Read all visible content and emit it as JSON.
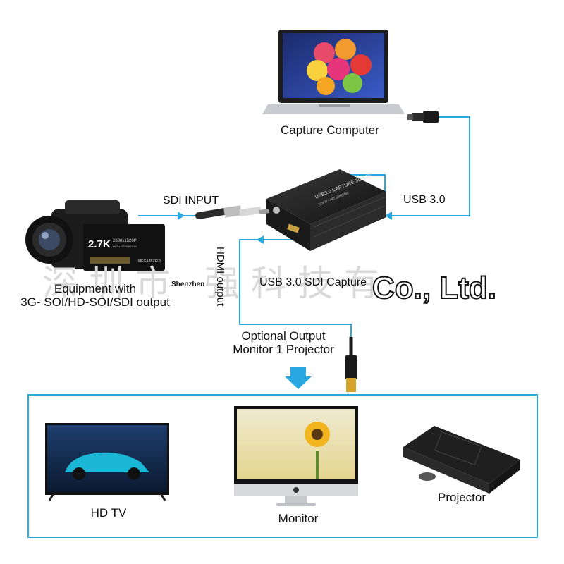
{
  "labels": {
    "capture_computer": "Capture Computer",
    "usb": "USB 3.0",
    "sdi_input": "SDI INPUT",
    "equipment_line1": "Equipment with",
    "equipment_line2": "3G- SOI/HD-SOI/SDI output",
    "hdmi_output": "HDMI output",
    "usb_sdi_capture": "USB 3.0 SDI Capture",
    "optional_line1": "Optional Output",
    "optional_line2": "Monitor 1 Projector",
    "hd_tv": "HD TV",
    "monitor": "Monitor",
    "projector": "Projector"
  },
  "device": {
    "top_text": "USB3.0 CAPTURE 3G-SDI",
    "sub_text": "SDI  TO  HD  1080P60"
  },
  "camera": {
    "res_badge": "2.7K",
    "res_text": "2688x1520P",
    "hd_text": "HIGH DEFINITION",
    "brand": "MEGA PIXELS"
  },
  "watermark": {
    "cn": "深圳市  强科技有",
    "small": "Shenzhen",
    "en": "Co., Ltd."
  },
  "colors": {
    "connector": "#29a7e0",
    "frame": "#2aa8d8"
  }
}
